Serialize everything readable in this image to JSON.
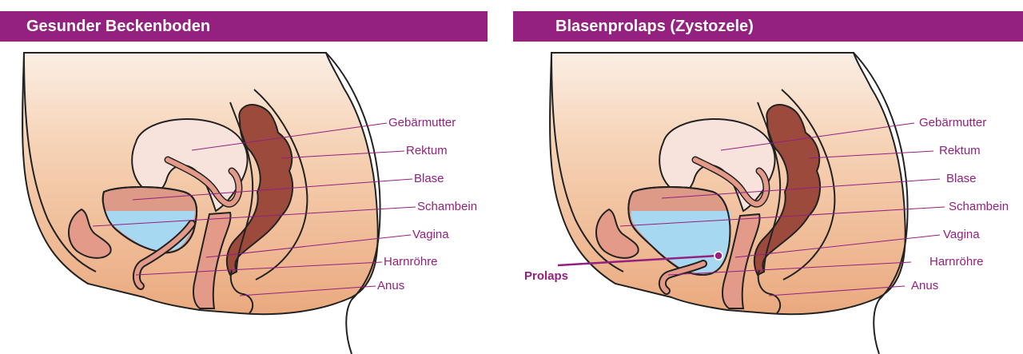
{
  "colors": {
    "header_bg": "#94207f",
    "label": "#94207f",
    "skin": "#f3c4a0",
    "uterus_light": "#f8e2dc",
    "uterus_fill": "#f5d7d0",
    "organ_pink": "#e39a88",
    "bladder_top": "#dd9a86",
    "bladder_fluid": "#a6d8f2",
    "rectum": "#9b4a3c",
    "outline": "#222222"
  },
  "left": {
    "title": "Gesunder Beckenboden",
    "labels": [
      "Gebärmutter",
      "Rektum",
      "Blase",
      "Schambein",
      "Vagina",
      "Harnröhre",
      "Anus"
    ]
  },
  "right": {
    "title": "Blasenprolaps (Zystozele)",
    "labels": [
      "Gebärmutter",
      "Rektum",
      "Blase",
      "Schambein",
      "Vagina",
      "Harnröhre",
      "Anus"
    ],
    "prolaps_label": "Prolaps"
  }
}
